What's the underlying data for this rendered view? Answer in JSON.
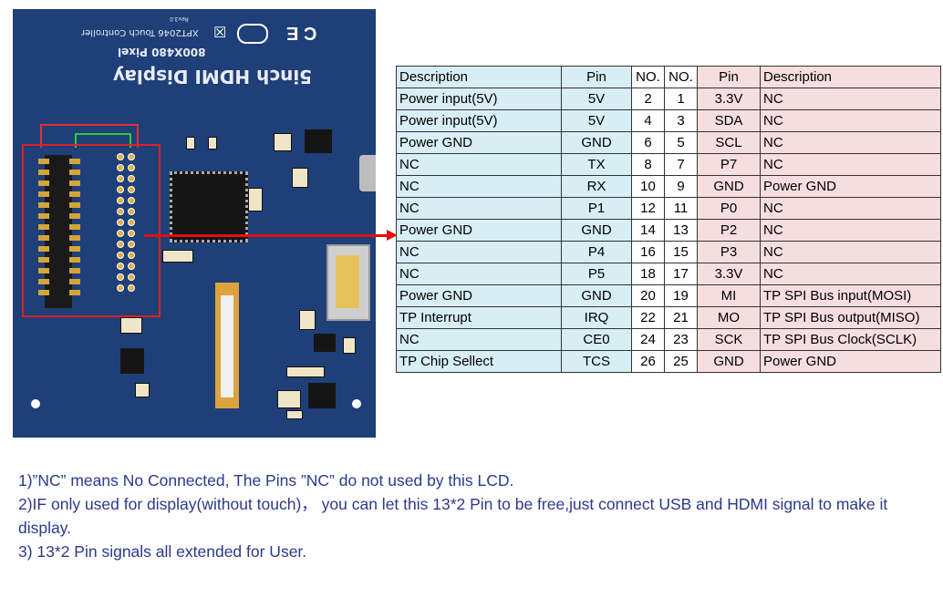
{
  "board": {
    "title": "5inch HDMI Display",
    "resolution": "800X480 Pixel",
    "controller": "XPT2046 Touch Controller",
    "revision": "Rev3.0",
    "ce": "C E"
  },
  "table": {
    "headers": [
      "Description",
      "Pin",
      "NO.",
      "NO.",
      "Pin",
      "Description"
    ],
    "rows": [
      [
        "Power input(5V)",
        "5V",
        "2",
        "1",
        "3.3V",
        "NC"
      ],
      [
        "Power input(5V)",
        "5V",
        "4",
        "3",
        "SDA",
        "NC"
      ],
      [
        "Power GND",
        "GND",
        "6",
        "5",
        "SCL",
        "NC"
      ],
      [
        "NC",
        "TX",
        "8",
        "7",
        "P7",
        "NC"
      ],
      [
        "NC",
        "RX",
        "10",
        "9",
        "GND",
        "Power GND"
      ],
      [
        "NC",
        "P1",
        "12",
        "11",
        "P0",
        "NC"
      ],
      [
        "Power GND",
        "GND",
        "14",
        "13",
        "P2",
        "NC"
      ],
      [
        "NC",
        "P4",
        "16",
        "15",
        "P3",
        "NC"
      ],
      [
        "NC",
        "P5",
        "18",
        "17",
        "3.3V",
        "NC"
      ],
      [
        "Power GND",
        "GND",
        "20",
        "19",
        "MI",
        "TP SPI Bus input(MOSI)"
      ],
      [
        "TP Interrupt",
        "IRQ",
        "22",
        "21",
        "MO",
        "TP SPI Bus output(MISO)"
      ],
      [
        "NC",
        "CE0",
        "24",
        "23",
        "SCK",
        "TP SPI Bus Clock(SCLK)"
      ],
      [
        "TP Chip Sellect",
        "TCS",
        "26",
        "25",
        "GND",
        "Power GND"
      ]
    ]
  },
  "notes": [
    "1)”NC” means No Connected, The Pins ”NC” do not used by this LCD.",
    "2)IF only used for display(without touch)， you can let this 13*2 Pin to be free,just connect USB and HDMI signal to make it display.",
    "3) 13*2 Pin signals all extended for User."
  ]
}
